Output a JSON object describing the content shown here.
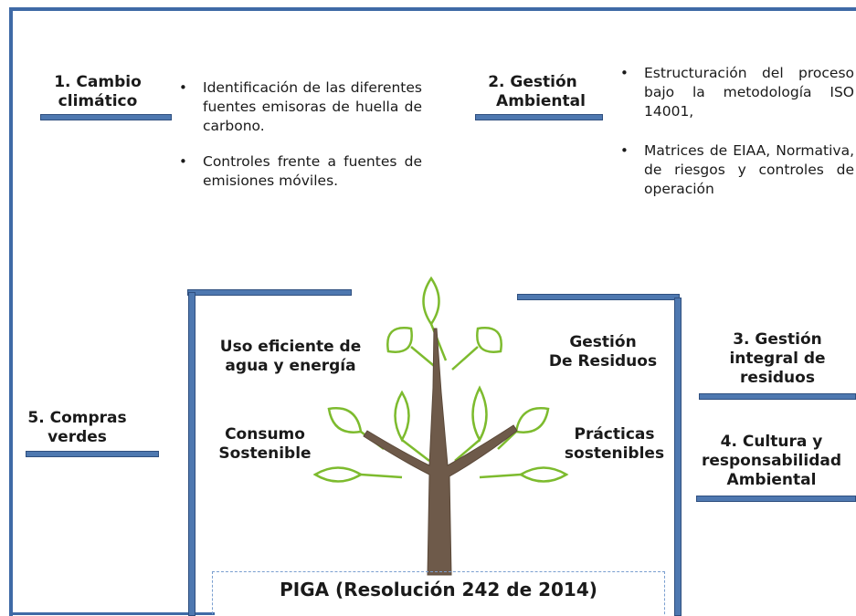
{
  "sections": {
    "cambio": {
      "title_line1": "1. Cambio",
      "title_line2": "climático",
      "bullets": [
        "Identificación de las diferentes fuentes emisoras de huella de carbono.",
        "Controles frente a fuentes de emisiones móviles."
      ]
    },
    "gestion_ambiental": {
      "title_line1": "2. Gestión",
      "title_line2": "Ambiental",
      "bullets": [
        "Estructuración del proceso bajo la metodología ISO 14001,",
        "Matrices de EIAA, Normativa, de riesgos y controles de operación"
      ]
    },
    "gestion_integral": {
      "line1": "3. Gestión",
      "line2": "integral de",
      "line3": "residuos"
    },
    "cultura": {
      "line1": "4. Cultura y",
      "line2": "responsabilidad",
      "line3": "Ambiental"
    },
    "compras": {
      "line1": "5. Compras",
      "line2": "verdes"
    }
  },
  "tree": {
    "uso_line1": "Uso eficiente de",
    "uso_line2": "agua y energía",
    "residuos_line1": "Gestión",
    "residuos_line2": "De Residuos",
    "consumo_line1": "Consumo",
    "consumo_line2": "Sostenible",
    "practicas_line1": "Prácticas",
    "practicas_line2": "sostenibles"
  },
  "footer": {
    "piga": "PIGA (Resolución 242 de 2014)"
  },
  "colors": {
    "frame": "#3f6aa6",
    "leaf": "#7dbb2e",
    "trunk": "#6e5a4a"
  }
}
